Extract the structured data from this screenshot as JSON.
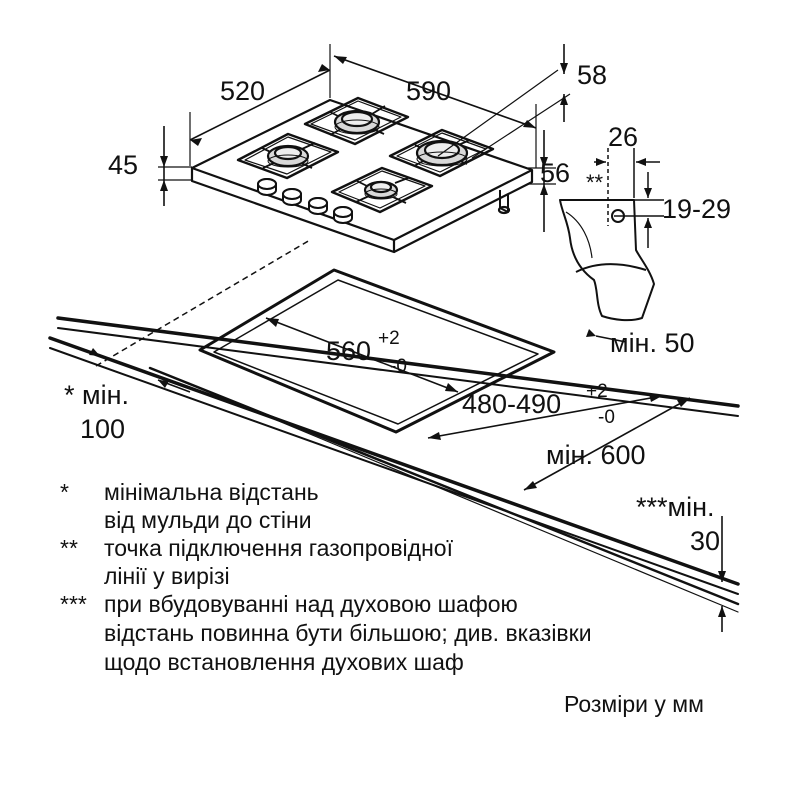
{
  "dimensions": {
    "width_520": "520",
    "width_590": "590",
    "depth_58": "58",
    "height_45": "45",
    "offset_56": "56",
    "bracket_26": "26",
    "gas_marker": "**",
    "gas_height": "19-29",
    "min_50": "мін. 50",
    "cutout_width": "560",
    "cutout_width_tol_plus": "+2",
    "cutout_width_tol_minus": "-0",
    "cutout_depth": "480-490",
    "cutout_depth_tol_plus": "+2",
    "cutout_depth_tol_minus": "-0",
    "min_600": "мін. 600",
    "wall_min_line1": "* мін.",
    "wall_min_line2": "100",
    "oven_min_line1": "***мін.",
    "oven_min_line2": "30"
  },
  "notes": [
    {
      "mark": "*",
      "lines": [
        "мінімальна відстань",
        "від мульди до стіни"
      ]
    },
    {
      "mark": "**",
      "lines": [
        "точка підключення газопровідної",
        "лінії у вирізі"
      ]
    },
    {
      "mark": "***",
      "lines": [
        "при вбудовуванні над духовою шафою",
        "відстань повинна бути більшою; див. вказівки",
        "щодо встановлення духових шаф"
      ]
    }
  ],
  "units_note": "Розміри у мм"
}
